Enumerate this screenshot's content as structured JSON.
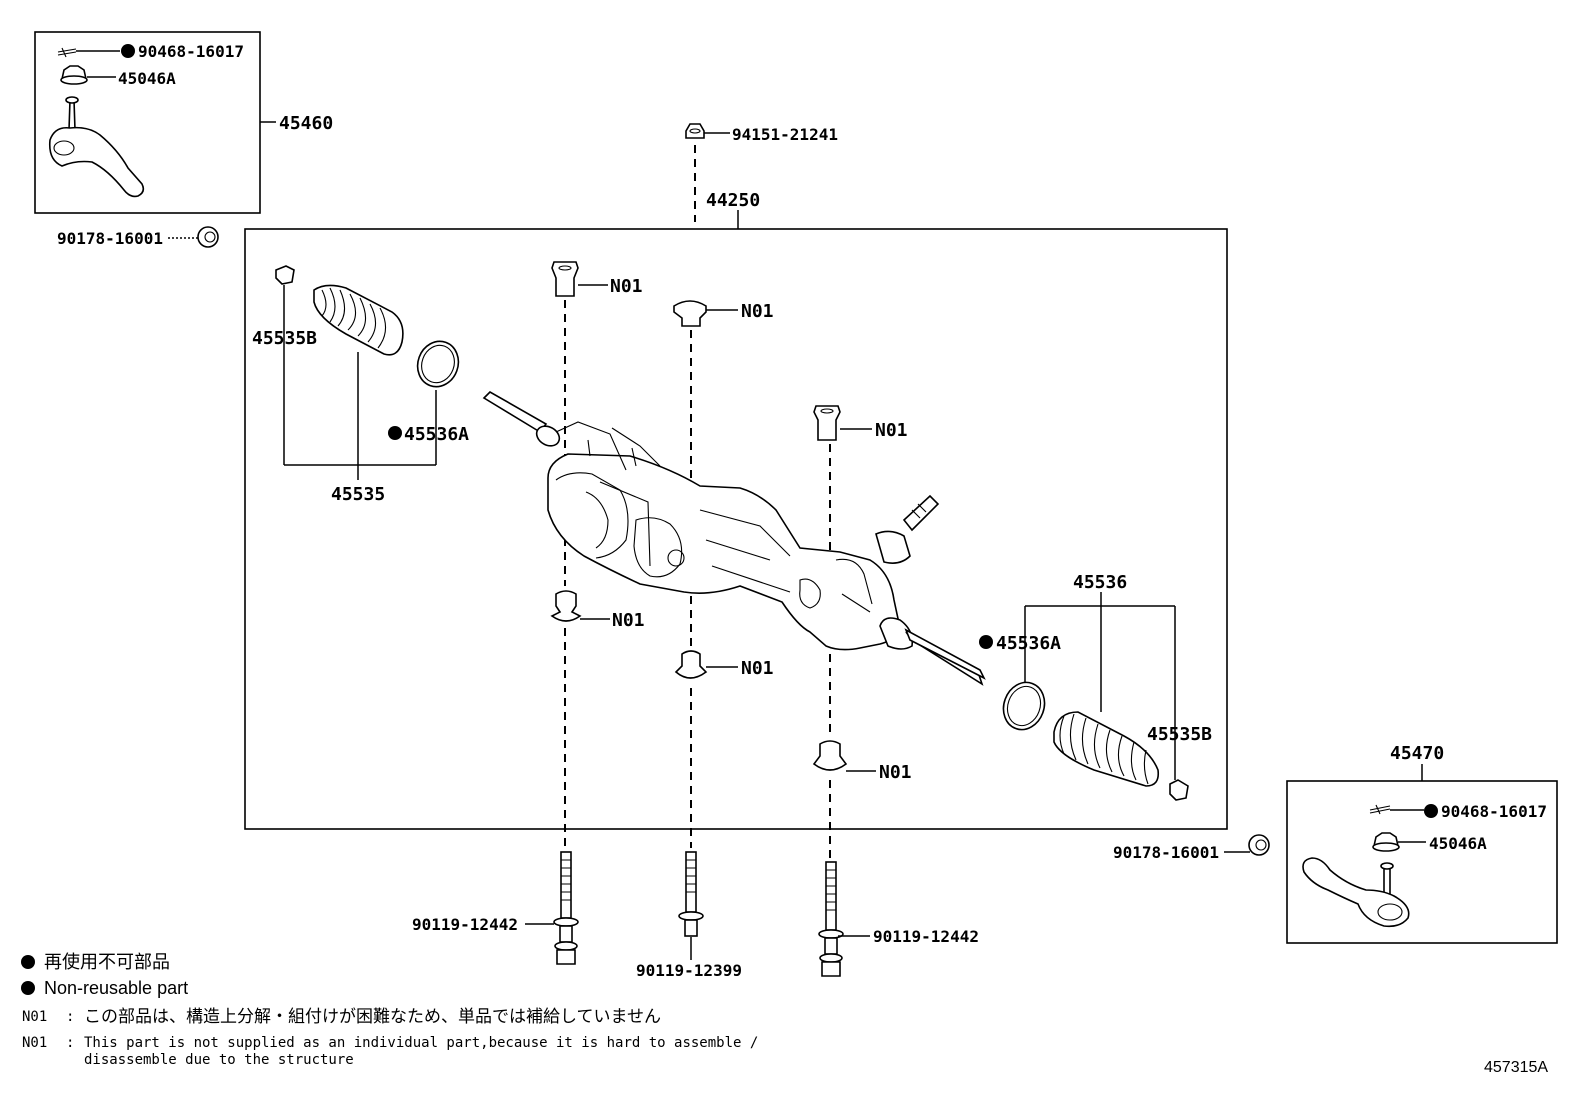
{
  "labels": {
    "p45460": "45460",
    "p90468_top": "90468-16017",
    "p45046A_top": "45046A",
    "p90178_left": "90178-16001",
    "p94151": "94151-21241",
    "p44250": "44250",
    "p45535B_left": "45535B",
    "p45536A_left": "45536A",
    "p45535_left": "45535",
    "n01_a": "N01",
    "n01_b": "N01",
    "n01_c": "N01",
    "n01_d": "N01",
    "n01_e": "N01",
    "n01_f": "N01",
    "p45536_right": "45536",
    "p45536A_right": "45536A",
    "p45535B_right": "45535B",
    "p90178_right": "90178-16001",
    "p45470": "45470",
    "p90468_bottom": "90468-16017",
    "p45046A_bottom": "45046A",
    "p90119_left": "90119-12442",
    "p90119_mid": "90119-12399",
    "p90119_right": "90119-12442"
  },
  "legend": {
    "jp": "再使用不可部品",
    "en": "Non-reusable part"
  },
  "notes": {
    "jp_key": "N01",
    "jp_sep": ":",
    "jp_text": "この部品は、構造上分解・組付けが困難なため、単品では補給していません",
    "en_key": "N01",
    "en_sep": ":",
    "en_line1": "This part is not supplied as an individual part,because it is hard to assemble /",
    "en_line2": "disassemble due to the structure"
  },
  "figure_id": "457315A"
}
